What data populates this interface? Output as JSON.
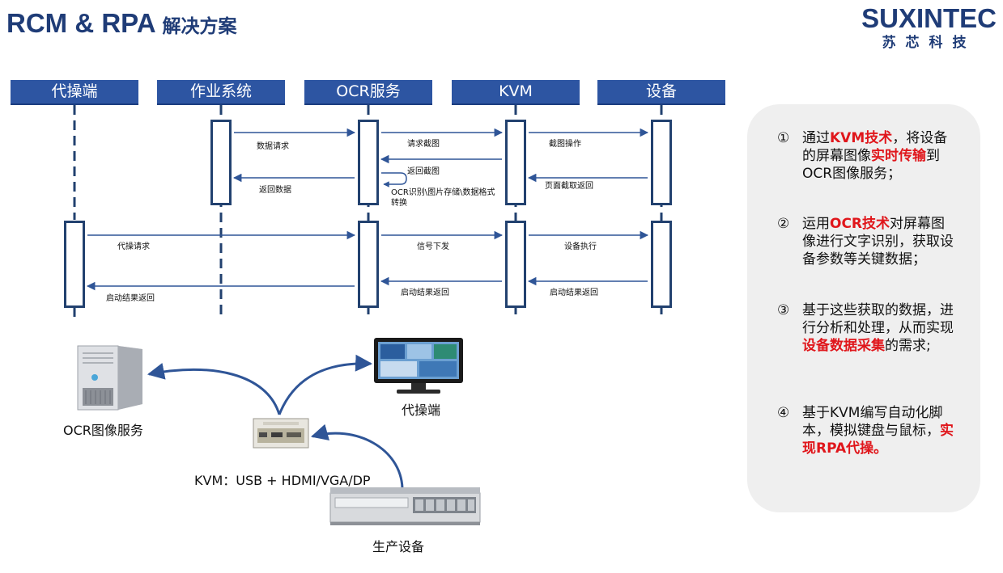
{
  "title": {
    "en": "RCM & RPA",
    "zh": "解决方案"
  },
  "logo": {
    "en": "SUXINTEC",
    "zh": "苏芯科技"
  },
  "lanes": [
    "代操端",
    "作业系统",
    "OCR服务",
    "KVM",
    "设备"
  ],
  "messages": {
    "m1": "数据请求",
    "m2": "请求截图",
    "m3": "截图操作",
    "m4": "返回截图",
    "m5": "页面截取返回",
    "m6": "返回数据",
    "m7a": "OCR识别\\图片存储\\数据格式",
    "m7b": "转换",
    "m8": "代操请求",
    "m9": "信号下发",
    "m10": "设备执行",
    "m11": "启动结果返回",
    "m12": "启动结果返回",
    "m13": "启动结果返回"
  },
  "labels": {
    "ocr_server": "OCR图像服务",
    "operator": "代操端",
    "kvm": "KVM：USB + HDMI/VGA/DP",
    "equipment": "生产设备"
  },
  "panel": {
    "items": [
      {
        "num": "①",
        "parts": [
          {
            "t": "通过"
          },
          {
            "t": "KVM技术",
            "hl": true
          },
          {
            "t": "，将设备的屏幕图像"
          },
          {
            "t": "实时传输",
            "hl": true
          },
          {
            "t": "到OCR图像服务；"
          }
        ]
      },
      {
        "num": "②",
        "parts": [
          {
            "t": "运用"
          },
          {
            "t": "OCR技术",
            "hl": true
          },
          {
            "t": "对屏幕图像进行文字识别，获取设备参数等关键数据；"
          }
        ]
      },
      {
        "num": "③",
        "parts": [
          {
            "t": "基于这些获取的数据，进行分析和处理，从而实现"
          },
          {
            "t": "设备数据采集",
            "hl": true
          },
          {
            "t": "的需求;"
          }
        ]
      },
      {
        "num": "④",
        "parts": [
          {
            "t": "基于KVM编写自动化脚本，模拟键盘与鼠标，"
          },
          {
            "t": "实现RPA代操。",
            "hl": true
          }
        ]
      }
    ]
  },
  "colors": {
    "brand": "#1f3c77",
    "lane": "#2d55a2",
    "arrow": "#2f5597",
    "highlight": "#e0161b",
    "panel": "#efefef"
  }
}
